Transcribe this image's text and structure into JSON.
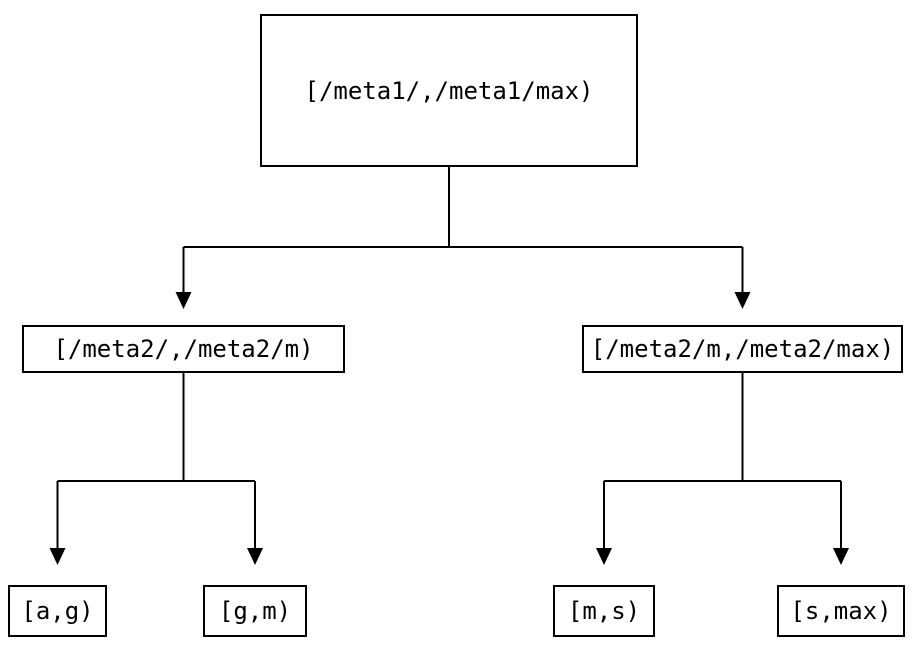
{
  "diagram": {
    "type": "tree",
    "colors": {
      "background": "#ffffff",
      "line": "#000000",
      "text": "#000000",
      "node_border": "#000000",
      "node_fill": "#ffffff"
    },
    "nodes": {
      "root": {
        "label": "[/meta1/,/meta1/max)"
      },
      "left": {
        "label": "[/meta2/,/meta2/m)"
      },
      "right": {
        "label": "[/meta2/m,/meta2/max)"
      },
      "leaf_ag": {
        "label": "[a,g)"
      },
      "leaf_gm": {
        "label": "[g,m)"
      },
      "leaf_ms": {
        "label": "[m,s)"
      },
      "leaf_smax": {
        "label": "[s,max)"
      }
    },
    "edges": [
      {
        "from": "root",
        "to": "left"
      },
      {
        "from": "root",
        "to": "right"
      },
      {
        "from": "left",
        "to": "leaf_ag"
      },
      {
        "from": "left",
        "to": "leaf_gm"
      },
      {
        "from": "right",
        "to": "leaf_ms"
      },
      {
        "from": "right",
        "to": "leaf_smax"
      }
    ]
  }
}
